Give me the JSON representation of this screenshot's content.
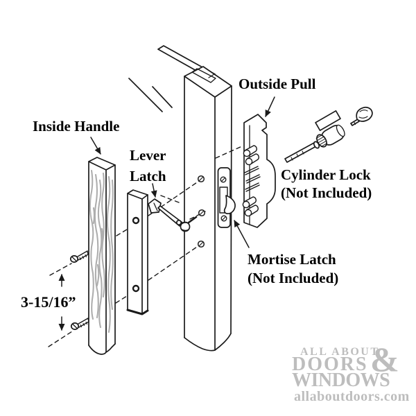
{
  "labels": {
    "inside_handle": "Inside Handle",
    "lever_latch": [
      "Lever",
      "Latch"
    ],
    "outside_pull": "Outside Pull",
    "cylinder_lock": [
      "Cylinder Lock",
      "(Not Included)"
    ],
    "mortise_latch": [
      "Mortise Latch",
      "(Not Included)"
    ],
    "dimension": "3-15/16”"
  },
  "watermark": {
    "line1": "ALL ABOUT",
    "ampersand": "&",
    "line2": "DOORS",
    "line3": "WINDOWS",
    "site": "allaboutdoors.com"
  },
  "drawing_parts": [
    "glass-pane",
    "door-stile",
    "inside-handle",
    "escutcheon-plate",
    "lever-latch",
    "mortise-latch-plate",
    "outside-pull",
    "cylinder-lock",
    "key",
    "mounting-screws",
    "dimension-arrows"
  ],
  "colors": {
    "ink": "#1a1a1a",
    "watermark_gray": "#bdbdbd",
    "background": "#ffffff",
    "wood_grain": "#9b9b9b"
  }
}
